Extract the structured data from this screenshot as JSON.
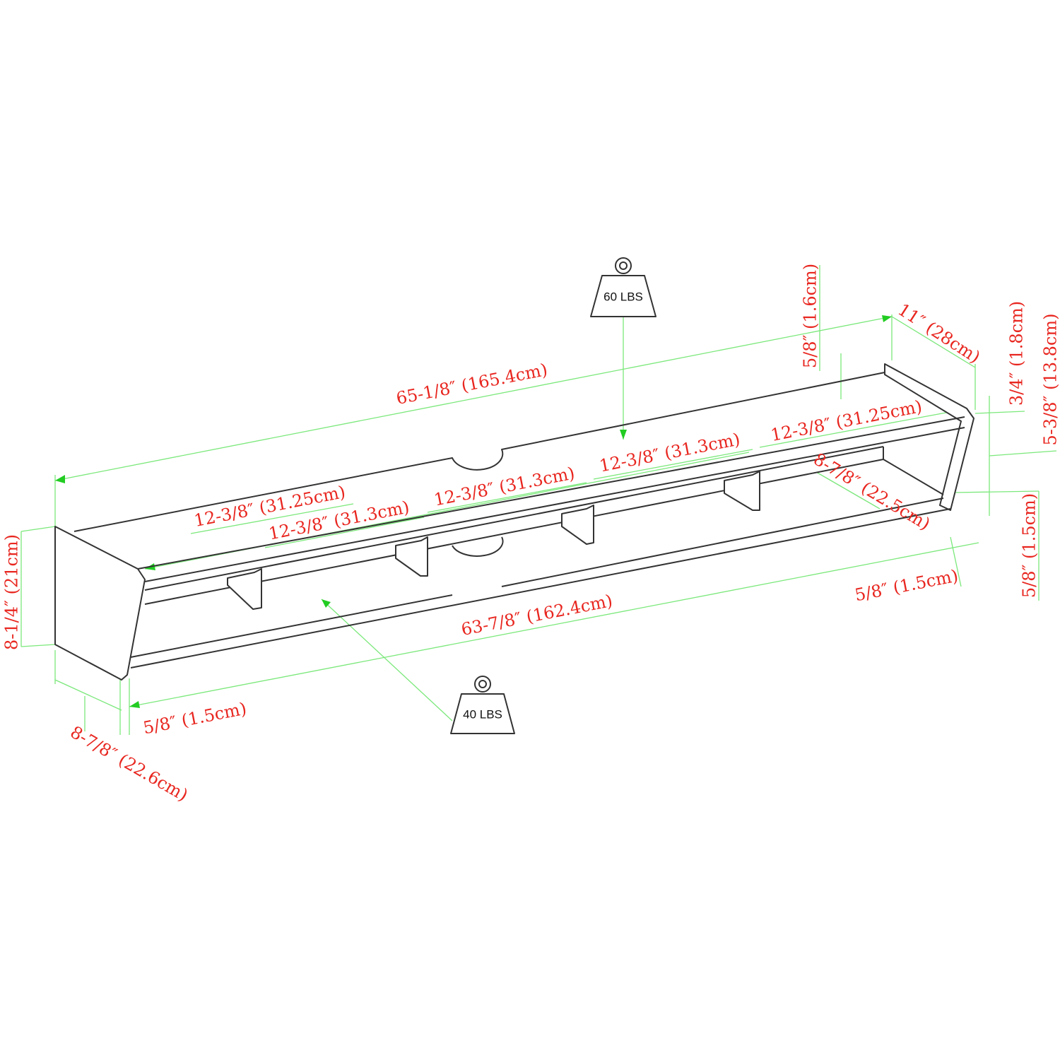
{
  "weights": {
    "top": "60 LBS",
    "bottom": "40 LBS"
  },
  "dimensions": {
    "overall_length": "65-1/8″ (165.4cm)",
    "inner_length": "63-7/8″ (162.4cm)",
    "depth_top": "11″ (28cm)",
    "depth_left": "8-7/8″ (22.6cm)",
    "depth_inner": "8-7/8″ (22.5cm)",
    "height_left": "8-1/4″ (21cm)",
    "top_thickness": "5/8″ (1.6cm)",
    "shelf_thickness": "3/4″ (1.8cm)",
    "shelf_gap": "5-3/8″ (13.8cm)",
    "bottom_thickness": "5/8″ (1.5cm)",
    "side_thickness_left": "5/8″ (1.5cm)",
    "side_thickness_right": "5/8″ (1.5cm)",
    "compartments": [
      "12-3/8″ (31.25cm)",
      "12-3/8″ (31.3cm)",
      "12-3/8″ (31.3cm)",
      "12-3/8″ (31.3cm)",
      "12-3/8″ (31.25cm)"
    ]
  },
  "colors": {
    "dimension_text": "#e8261f",
    "dimension_line": "#7be87b",
    "outline": "#333333"
  }
}
